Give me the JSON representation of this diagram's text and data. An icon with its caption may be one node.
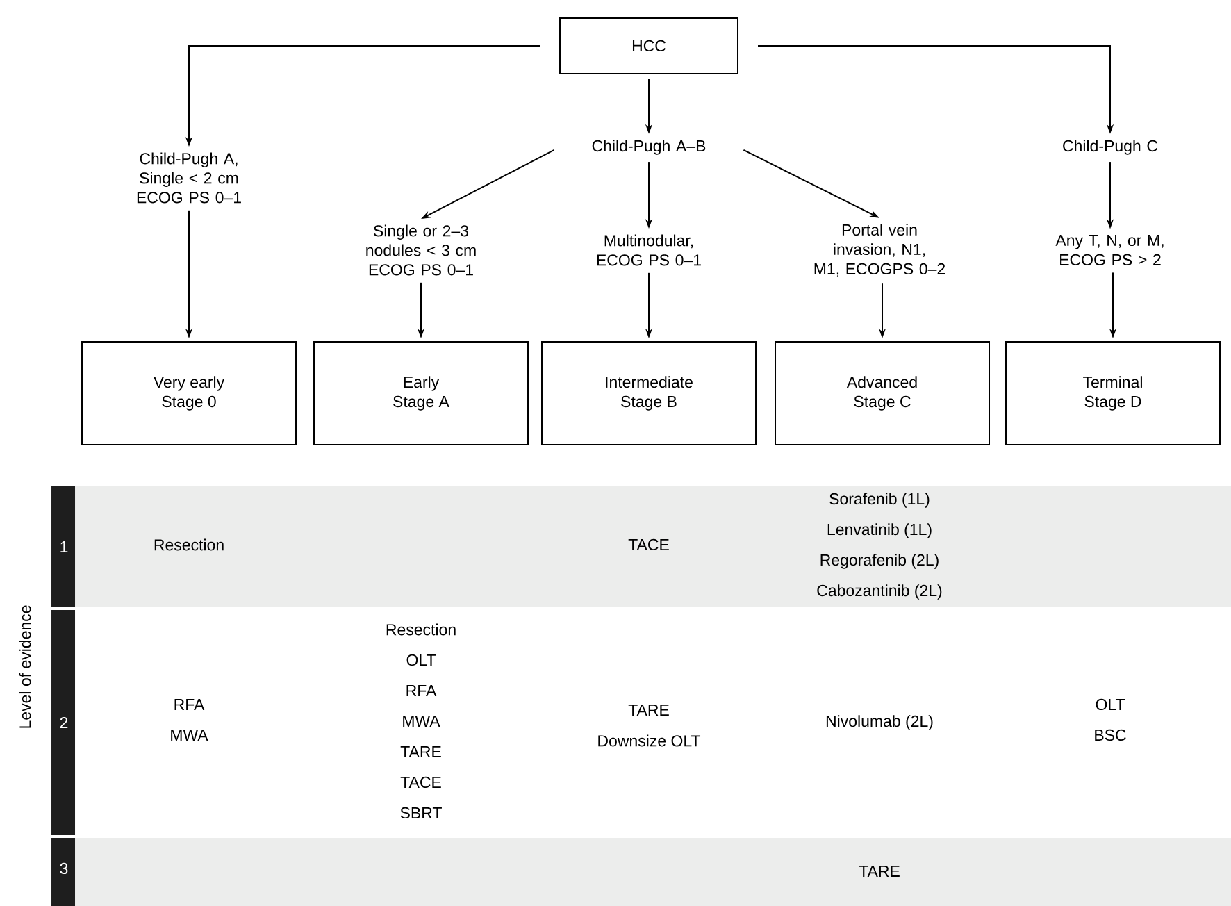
{
  "diagram": {
    "nodes": [
      {
        "text": [
          "HCC"
        ]
      },
      {
        "text": [
          "Child-Pugh A, Single < 2 cm ECOG PS 0–1"
        ]
      },
      {
        "text": [
          "Child-Pugh A–B"
        ]
      },
      {
        "text": [
          "Child-Pugh C"
        ]
      },
      {
        "text": [
          "Single or 2–3 nodules < 3 cm ECOG PS 0–1"
        ]
      },
      {
        "text": [
          "Multinodular, ECOG PS 0–1"
        ]
      },
      {
        "text": [
          "Portal vein invasion, N1, M1, ECOGPS 0–2"
        ]
      },
      {
        "text": [
          "Any T, N, or M, ECOG PS > 2"
        ]
      },
      {
        "text": [
          "Very early",
          "Stage 0"
        ]
      },
      {
        "text": [
          "Early",
          "Stage A"
        ]
      },
      {
        "text": [
          "Intermediate",
          "Stage B"
        ]
      },
      {
        "text": [
          "Advanced",
          "Stage C"
        ]
      },
      {
        "text": [
          "Terminal",
          "Stage D"
        ]
      }
    ],
    "edges": [
      {
        "from": 0,
        "to": 1,
        "arrow": "to"
      },
      {
        "from": 0,
        "to": 2,
        "arrow": "to"
      },
      {
        "from": 0,
        "to": 3,
        "arrow": "to"
      },
      {
        "from": 2,
        "to": 4,
        "arrow": "to"
      },
      {
        "from": 2,
        "to": 5,
        "arrow": "to"
      },
      {
        "from": 2,
        "to": 6,
        "arrow": "to"
      },
      {
        "from": 3,
        "to": 7,
        "arrow": "to"
      },
      {
        "from": 1,
        "to": 8,
        "arrow": "to"
      },
      {
        "from": 4,
        "to": 9,
        "arrow": "to"
      },
      {
        "from": 5,
        "to": 10,
        "arrow": "to"
      },
      {
        "from": 6,
        "to": 11,
        "arrow": "to"
      },
      {
        "from": 7,
        "to": 12,
        "arrow": "to"
      }
    ],
    "labels": [
      "Level of evidence",
      "1",
      "Resection",
      "TACE",
      "Sorafenib (1L)",
      "Lenvatinib (1L)",
      "Regorafenib (2L)",
      "Cabozantinib (2L)",
      "2",
      "RFA",
      "MWA",
      "Resection",
      "OLT",
      "RFA",
      "MWA",
      "TARE",
      "TACE",
      "SBRT",
      "TARE",
      "Downsize OLT",
      "Nivolumab (2L)",
      "OLT",
      "BSC",
      "3",
      "TARE"
    ]
  }
}
